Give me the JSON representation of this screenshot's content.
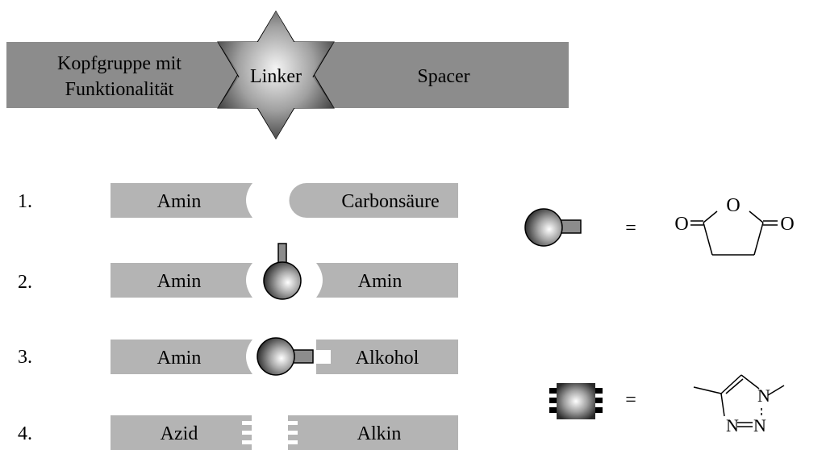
{
  "header": {
    "head_group_line1": "Kopfgruppe mit",
    "head_group_line2": "Funktionalität",
    "linker": "Linker",
    "spacer": "Spacer"
  },
  "rows": [
    {
      "number": "1.",
      "left": "Amin",
      "right": "Carbonsäure"
    },
    {
      "number": "2.",
      "left": "Amin",
      "right": "Amin"
    },
    {
      "number": "3.",
      "left": "Amin",
      "right": "Alkohol"
    },
    {
      "number": "4.",
      "left": "Azid",
      "right": "Alkin"
    }
  ],
  "legend": {
    "equals": "=",
    "anhydride": {
      "o_left": "O",
      "o_ring": "O",
      "o_right": "O"
    },
    "triazole": {
      "n1": "N",
      "n2": "N",
      "n3": "N"
    }
  },
  "colors": {
    "header_bar": "#8c8c8c",
    "piece": "#b4b4b4",
    "star_light": "#f0f0f0",
    "star_dark": "#3c3c3c"
  }
}
